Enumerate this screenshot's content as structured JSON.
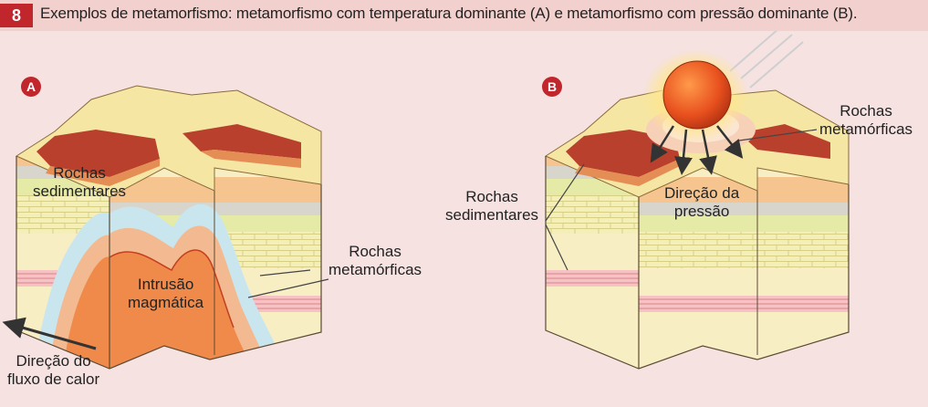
{
  "figure": {
    "number": "8",
    "caption": "Exemplos de metamorfismo: metamorfismo com temperatura dominante (A) e metamorfismo com pressão dominante (B)."
  },
  "panel_a": {
    "badge": "A",
    "label_sedimentares": "Rochas sedimentares",
    "label_sedimentares_l1": "Rochas",
    "label_sedimentares_l2": "sedimentares",
    "label_metamorficas_l1": "Rochas",
    "label_metamorficas_l2": "metamórficas",
    "label_intrusao_l1": "Intrusão",
    "label_intrusao_l2": "magmática",
    "label_fluxo_l1": "Direção do",
    "label_fluxo_l2": "fluxo de calor"
  },
  "panel_b": {
    "badge": "B",
    "label_sedimentares_l1": "Rochas",
    "label_sedimentares_l2": "sedimentares",
    "label_metamorficas_l1": "Rochas",
    "label_metamorficas_l2": "metamórficas",
    "label_pressao_l1": "Direção da",
    "label_pressao_l2": "pressão"
  },
  "colors": {
    "accent_red": "#c0262c",
    "header_bg": "#f2d0cd",
    "page_bg": "#f6e2e1",
    "magma": "#ee7a3a",
    "metamorphic_blue": "#bfe3ef"
  }
}
